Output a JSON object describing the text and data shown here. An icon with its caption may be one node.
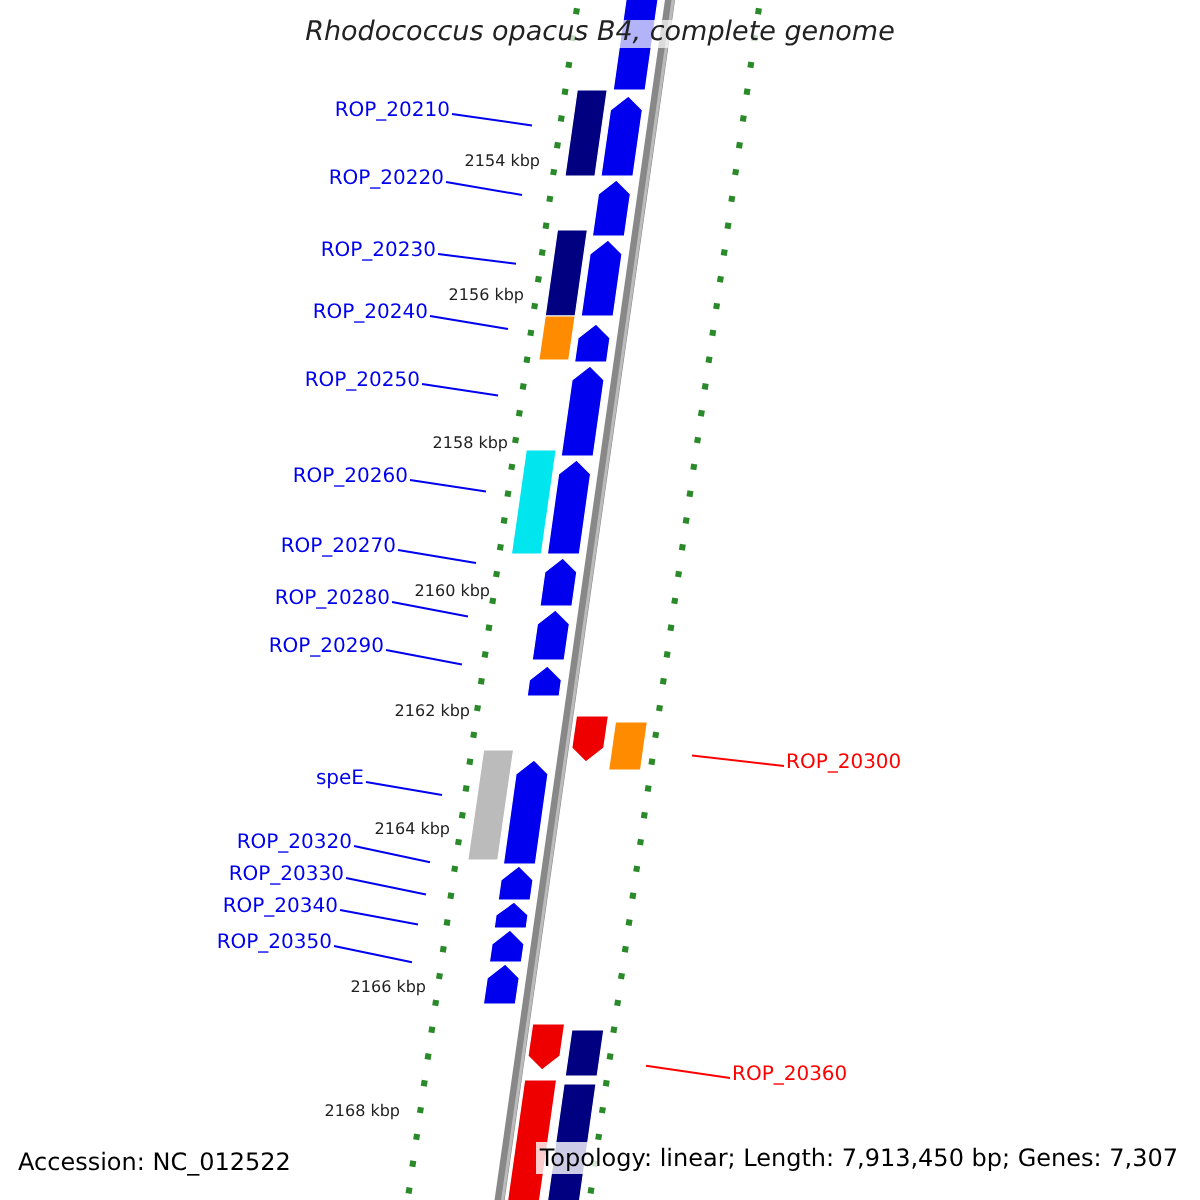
{
  "diagram": {
    "title": "Rhodococcus opacus B4, complete genome",
    "nodes": [
      {
        "text": [
          "ROP_20210"
        ]
      },
      {
        "text": [
          "ROP_20220"
        ]
      },
      {
        "text": [
          "ROP_20230"
        ]
      },
      {
        "text": [
          "ROP_20240"
        ]
      },
      {
        "text": [
          "ROP_20250"
        ]
      },
      {
        "text": [
          "ROP_20260"
        ]
      },
      {
        "text": [
          "ROP_20270"
        ]
      },
      {
        "text": [
          "ROP_20280"
        ]
      },
      {
        "text": [
          "ROP_20290"
        ]
      },
      {
        "text": [
          "ROP_20300"
        ]
      },
      {
        "text": [
          "speE"
        ]
      },
      {
        "text": [
          "ROP_20320"
        ]
      },
      {
        "text": [
          "ROP_20330"
        ]
      },
      {
        "text": [
          "ROP_20340"
        ]
      },
      {
        "text": [
          "ROP_20350"
        ]
      },
      {
        "text": [
          "ROP_20360"
        ]
      }
    ],
    "edges": [
      {
        "from": 0,
        "to": null,
        "arrow": "none"
      },
      {
        "from": 1,
        "to": null,
        "arrow": "none"
      },
      {
        "from": 2,
        "to": null,
        "arrow": "none"
      },
      {
        "from": 3,
        "to": null,
        "arrow": "none"
      },
      {
        "from": 4,
        "to": null,
        "arrow": "none"
      },
      {
        "from": 5,
        "to": null,
        "arrow": "none"
      },
      {
        "from": 6,
        "to": null,
        "arrow": "none"
      },
      {
        "from": 7,
        "to": null,
        "arrow": "none"
      },
      {
        "from": 8,
        "to": null,
        "arrow": "none"
      },
      {
        "from": 9,
        "to": null,
        "arrow": "none",
        "color": "#ff0000"
      },
      {
        "from": 10,
        "to": null,
        "arrow": "none"
      },
      {
        "from": 11,
        "to": null,
        "arrow": "none"
      },
      {
        "from": 12,
        "to": null,
        "arrow": "none"
      },
      {
        "from": 13,
        "to": null,
        "arrow": "none"
      },
      {
        "from": 14,
        "to": null,
        "arrow": "none"
      },
      {
        "from": 15,
        "to": null,
        "arrow": "none",
        "color": "#ff0000"
      }
    ],
    "labels": [
      "2154 kbp",
      "2156 kbp",
      "2158 kbp",
      "2160 kbp",
      "2162 kbp",
      "2164 kbp",
      "2166 kbp",
      "2168 kbp",
      "Accession: NC_012522",
      "Topology: linear; Length: 7,913,450 bp; Genes: 7,307"
    ]
  }
}
